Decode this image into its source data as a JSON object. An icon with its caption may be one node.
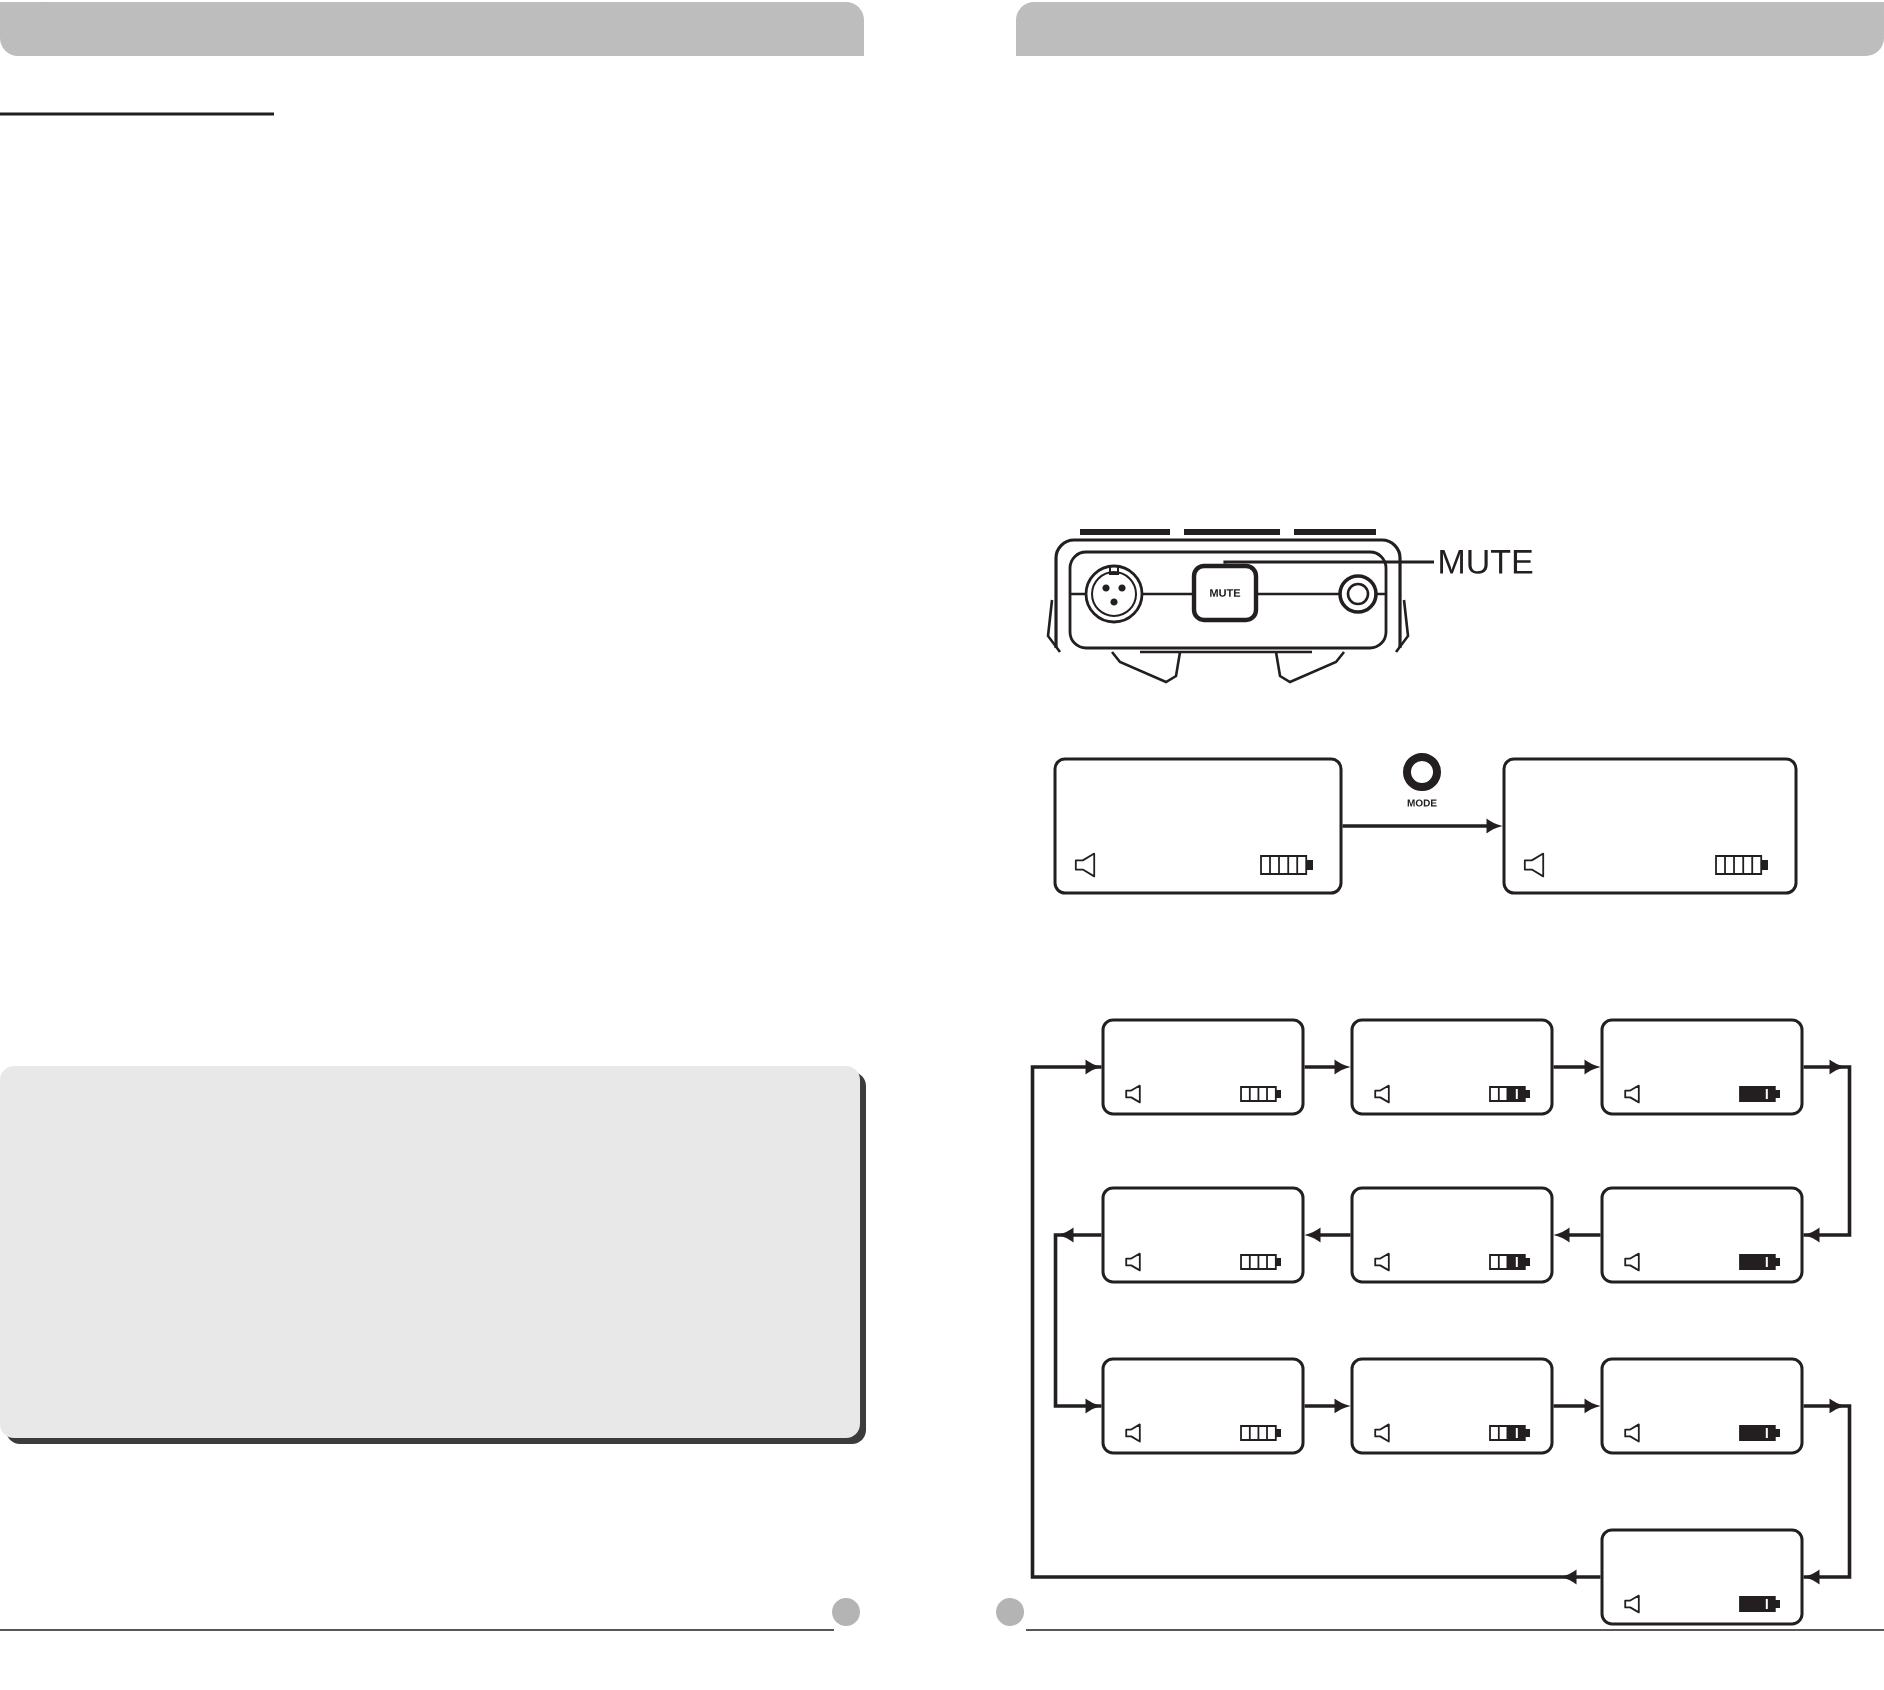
{
  "diagram": {
    "nodes": [
      {
        "text": [
          "MUTE"
        ]
      },
      {
        "text": [
          "MUTE"
        ]
      },
      {
        "text": [],
        "shape": "box"
      },
      {
        "text": [],
        "shape": "circle",
        "beside": [
          "MODE"
        ]
      },
      {
        "text": [],
        "shape": "box"
      },
      {
        "text": [],
        "shape": "box"
      },
      {
        "text": [],
        "shape": "box"
      },
      {
        "text": [],
        "shape": "box"
      },
      {
        "text": [],
        "shape": "box"
      },
      {
        "text": [],
        "shape": "box"
      },
      {
        "text": [],
        "shape": "box"
      },
      {
        "text": [],
        "shape": "box"
      },
      {
        "text": [],
        "shape": "box"
      },
      {
        "text": [],
        "shape": "box"
      },
      {
        "text": [],
        "shape": "box"
      }
    ],
    "edges": [
      {
        "from": 1,
        "to": 0,
        "arrow": "none"
      },
      {
        "from": 2,
        "to": 4,
        "arrow": "to"
      },
      {
        "from": 5,
        "to": 6,
        "arrow": "to"
      },
      {
        "from": 6,
        "to": 7,
        "arrow": "to"
      },
      {
        "from": 7,
        "to": 10,
        "arrow": "to"
      },
      {
        "from": 10,
        "to": 9,
        "arrow": "to"
      },
      {
        "from": 9,
        "to": 8,
        "arrow": "to"
      },
      {
        "from": 8,
        "to": 11,
        "arrow": "to"
      },
      {
        "from": 11,
        "to": 12,
        "arrow": "to"
      },
      {
        "from": 12,
        "to": 13,
        "arrow": "to"
      },
      {
        "from": 13,
        "to": 14,
        "arrow": "to"
      },
      {
        "from": 14,
        "to": 5,
        "arrow": "to"
      }
    ]
  }
}
